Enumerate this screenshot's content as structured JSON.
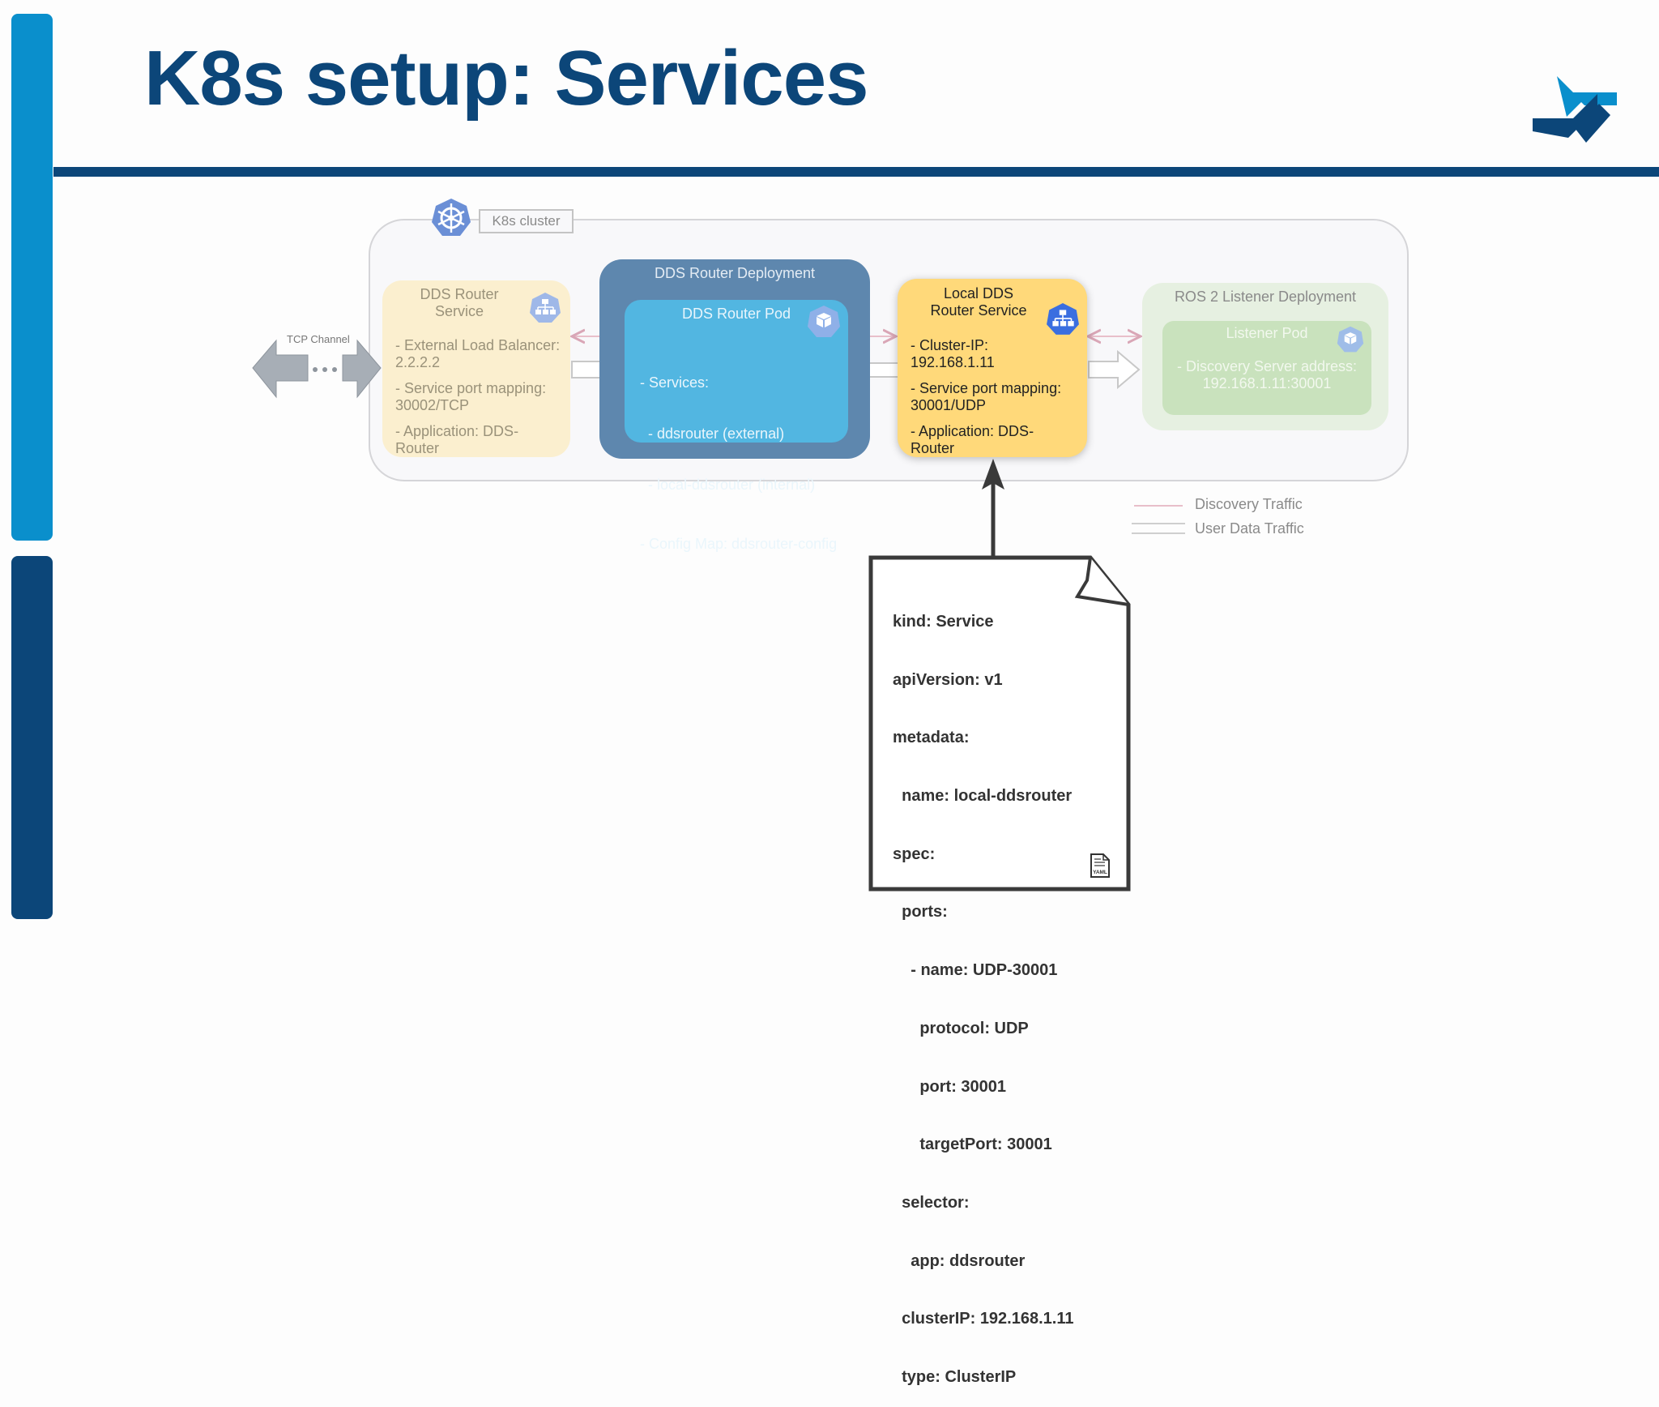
{
  "slide": {
    "title": "K8s setup: Services"
  },
  "colors": {
    "accent_light": "#0a8fcc",
    "accent_dark": "#0c4679",
    "service_yellow": "#ffd97a",
    "pod_blue": "#52b6e1",
    "deployment_blue": "#5e87ae",
    "listener_green": "#c9e2bd",
    "discovery_traffic": "#e8bfca",
    "user_data_traffic": "#cfcfcf"
  },
  "diagram": {
    "cluster_label": "K8s cluster",
    "tcp_label": "TCP Channel",
    "dds_router_service": {
      "title": "DDS Router Service",
      "items": [
        "- External Load Balancer: 2.2.2.2",
        "- Service port mapping: 30002/TCP",
        "- Application: DDS-Router"
      ]
    },
    "dds_router_deployment": {
      "title": "DDS Router Deployment",
      "pod": {
        "title": "DDS Router Pod",
        "lines": [
          "- Services:",
          "  - ddsrouter (external)",
          "  - local-ddsrouter (internal)",
          "- Config Map: ddsrouter-config"
        ]
      }
    },
    "local_dds_router_service": {
      "title": "Local DDS Router Service",
      "items": [
        "- Cluster-IP: 192.168.1.11",
        "- Service port mapping: 30001/UDP",
        "- Application: DDS-Router"
      ]
    },
    "ros2_listener_deployment": {
      "title": "ROS 2 Listener Deployment",
      "pod": {
        "title": "Listener Pod",
        "text": "- Discovery Server address: 192.168.1.11:30001"
      }
    },
    "icons": {
      "cluster": "kubernetes-helm-icon",
      "service": "service-network-icon",
      "pod": "pod-cube-icon",
      "yaml": "yaml-file-icon"
    }
  },
  "legend": {
    "discovery": "Discovery Traffic",
    "user_data": "User Data Traffic"
  },
  "yaml_doc": {
    "lines": [
      "kind: Service",
      "apiVersion: v1",
      "metadata:",
      "  name: local-ddsrouter",
      "spec:",
      "  ports:",
      "    - name: UDP-30001",
      "      protocol: UDP",
      "      port: 30001",
      "      targetPort: 30001",
      "  selector:",
      "    app: ddsrouter",
      "  clusterIP: 192.168.1.11",
      "  type: ClusterIP"
    ],
    "icon_label": "YAML"
  }
}
